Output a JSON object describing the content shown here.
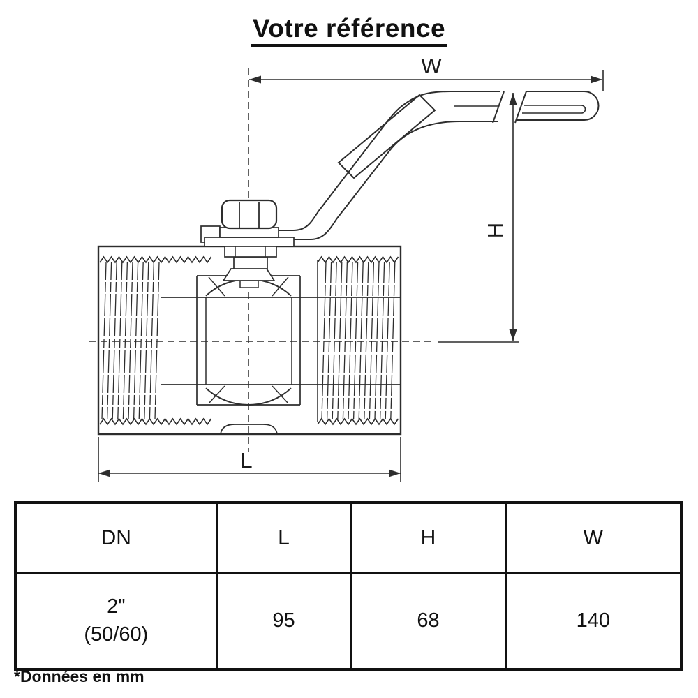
{
  "title": "Votre référence",
  "diagram": {
    "dim_w": "W",
    "dim_h": "H",
    "dim_l": "L"
  },
  "table": {
    "headers": [
      "DN",
      "L",
      "H",
      "W"
    ],
    "row": {
      "dn_size": "2\"",
      "dn_alt": "(50/60)",
      "l": "95",
      "h": "68",
      "w": "140"
    }
  },
  "footnote": "*Données en mm",
  "colors": {
    "line": "#2d2d2d",
    "text": "#111111",
    "background": "#ffffff"
  }
}
